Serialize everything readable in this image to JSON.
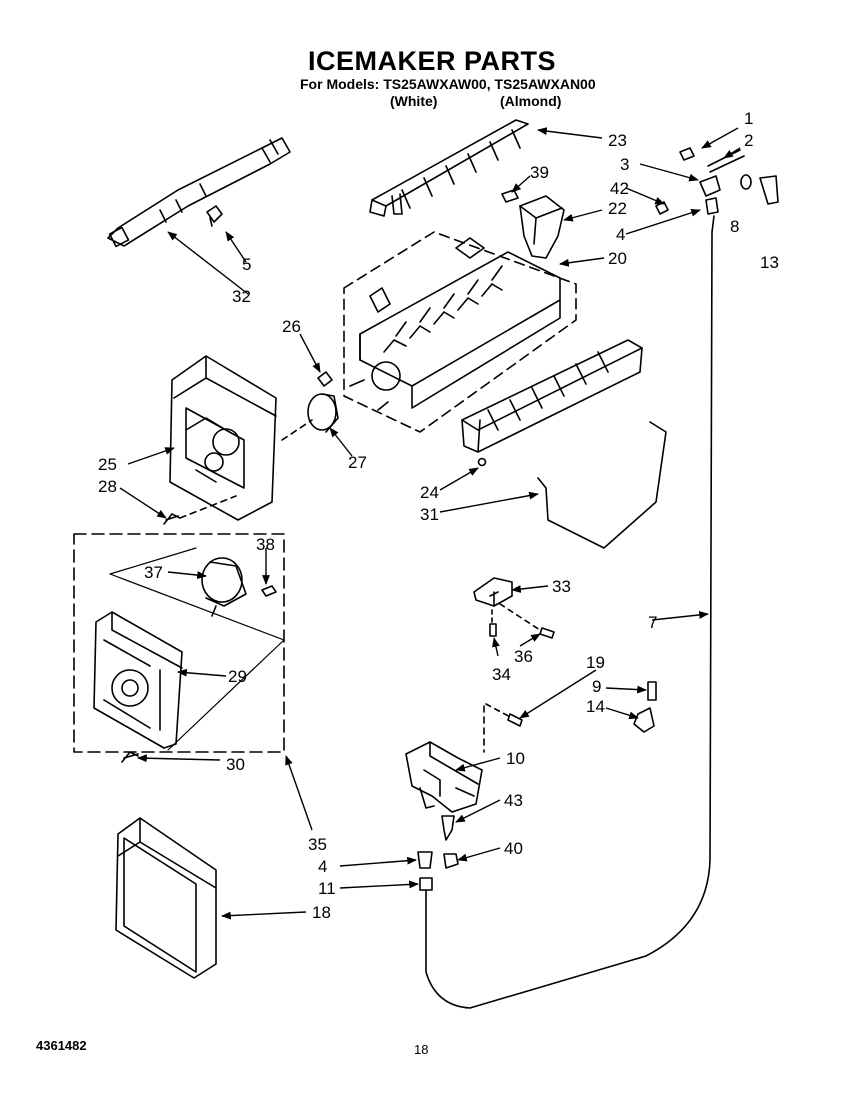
{
  "header": {
    "title": "ICEMAKER PARTS",
    "models_line": "For Models: TS25AWXAW00, TS25AWXAN00",
    "variant_white": "(White)",
    "variant_almond": "(Almond)"
  },
  "callouts": [
    "1",
    "2",
    "3",
    "42",
    "39",
    "23",
    "22",
    "20",
    "4",
    "8",
    "13",
    "5",
    "32",
    "26",
    "27",
    "25",
    "28",
    "24",
    "31",
    "38",
    "37",
    "29",
    "30",
    "33",
    "36",
    "34",
    "7",
    "19",
    "9",
    "14",
    "10",
    "43",
    "40",
    "4",
    "11",
    "18",
    "35"
  ],
  "footer": {
    "doc_number": "4361482",
    "page_number": "18"
  }
}
